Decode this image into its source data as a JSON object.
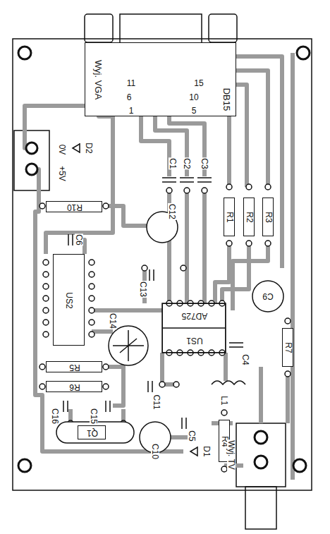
{
  "diagram": {
    "nodes": [
      {
        "text": [
          "Wyj. VGA",
          "DB15"
        ]
      },
      {
        "text": [
          "US2"
        ]
      },
      {
        "text": [
          "AD725",
          "US1"
        ]
      },
      {
        "text": [
          "R10"
        ]
      },
      {
        "text": [
          "R5"
        ]
      },
      {
        "text": [
          "R6"
        ]
      },
      {
        "text": [
          "R1"
        ]
      },
      {
        "text": [
          "R2"
        ]
      },
      {
        "text": [
          "R3"
        ]
      },
      {
        "text": [
          "R4"
        ]
      },
      {
        "text": [
          "R7"
        ]
      },
      {
        "text": [
          "Q1"
        ]
      }
    ],
    "labels": [
      "11",
      "6",
      "1",
      "15",
      "10",
      "5",
      "0V",
      "+5V",
      "D2",
      "C6",
      "C12",
      "C13",
      "C14",
      "C16",
      "C15",
      "C11",
      "C5",
      "C10",
      "D1",
      "C9",
      "C4",
      "L1",
      "Wyj. TV",
      "C1",
      "C2",
      "C3"
    ]
  }
}
